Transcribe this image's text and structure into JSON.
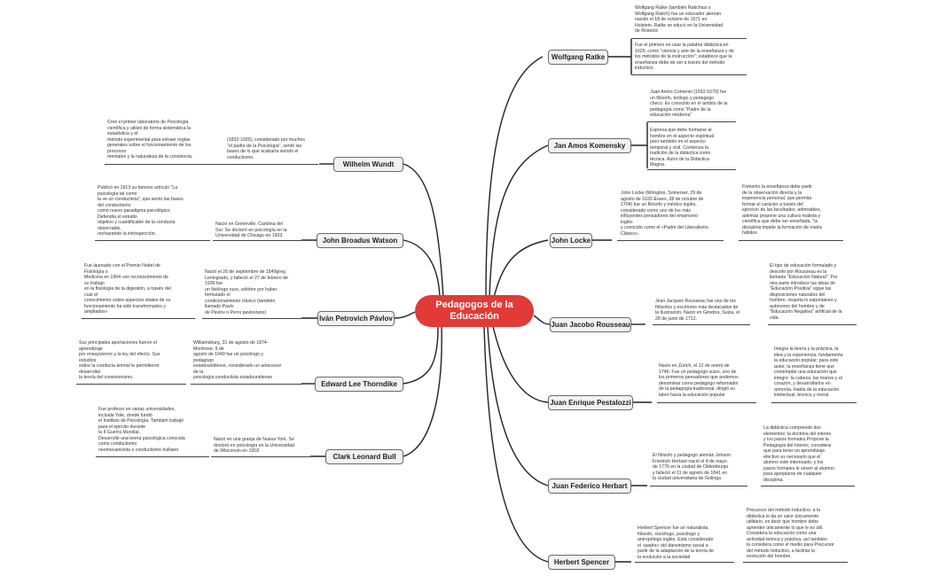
{
  "center": {
    "label": "Pedagogos de la Educación"
  },
  "nodes": {
    "ratke": "Wolfgang Ratke",
    "komensky": "Jan Amos Komensky",
    "locke": "John Locke",
    "rousseau": "Juan Jacobo Rousseau",
    "pestalozzi": "Juan Enrique Pestalozzi",
    "herbart": "Juan Federico Herbart",
    "spencer": "Herbert Spencer",
    "wundt": "Wilhelm Wundt",
    "watson": "John Broadus Watson",
    "pavlov": "Iván Petrovich Pávlov",
    "thorndike": "Edward Lee Thorndike",
    "hull": "Clark Leonard Bull"
  },
  "notes": {
    "ratke_1": "Wolfgang Ratke (también Ratichius o\nWolfgang Ratich) fue un educador alemán\nnacido el 18 de octubre de 1571 en\nHolstein. Ratke se educó en la Universidad\nde Rostock",
    "ratke_2": "Fue el primero en usar la palabra didáctica en\n1629, como \"ciencia y arte de la enseñanza y de\nlos métodos de la instrucción\"; establece que la\nenseñanza debe de ser a través del método\ninductivo.",
    "komensky_1": "Juan Amós Comenio (1592-1670) fue\nun filósofo, teólogo y pedagogo\ncheco. Es conocido en el ámbito de la\npedagogía como \"Padre de la\neducación moderna\"",
    "komensky_2": "Expresa que debe formarse al\nhombre en el aspecto espiritual\npero también en el aspecto\ntemporal y civil. Comienza la\ntradición de la didáctica como\ntécnica. Autor de la Didáctica\nMagna.",
    "locke_1": "John Locke (Wrington, Somerset, 29 de\nagosto de 1632-Essex, 28 de octubre de\n1704) fue un filósofo y médico inglés,\nconsiderado como uno de los más\ninfluyentes pensadores del empirismo\ninglés\ny conocido como el «Padre del Liberalismo\nClásico».",
    "locke_2": "Fomento la enseñanza debe partir\nde la observación directa y la\nexperiencia personal, que permita\nformar el carácter a través del\nejercicio de las facultades; admirables,\nademás propone una cultura realista y\ncientífica que debe ser enseñada, \"la\ndisciplina impide la formación de malos\nhábitos",
    "rousseau_1": "Jean Jacques Rousseau fue uno de los\nfilósofos y escritores más destacados de\nla Ilustración. Nació en Ginebra, Suiza, el\n28 de junio de 1712.",
    "rousseau_2": "El tipo de educación formulado y\ndescrito por Rousseau es la\nllamada \"Educación Natural\". Por\notra parte introduce las ideas de\n\"Educación Positiva\" sigue las\ndisposiciones naturales del\nhombre, respeta lo espontaneo y\nautonomo del hombre y de\n\"Educación Negativa\" artificial de la\nvida.",
    "pestalozzi_1": "Nacio en Zurich, el 12 de enero de\n1746. Fue un pedagogo suizo, uno de\nlos primeros pensadores que podemos\ndenominar como pedagogo reformador\nde la pedagogía tradicional, dirigió su\nlabor hacia la educación popular",
    "pestalozzi_2": "Integra la teoría y la práctica, la\nidea y la experiencia, fundamenta\nla educación popular; para este\nautor, la enseñanza tiene que\ncontemplar una educación que\nintegre: la cabeza, las manos y el\ncorazón, y desarrollarlos en\narmonía. Habla de la educación\nintelectual, técnica y moral.",
    "herbart_1": "El filósofo y pedagogo alemán Johann\nFriedrich Herbart nació el 4 de mayo\nde 1776 en la ciudad de Oldemburgo\ny falleció el 11 de agosto de 1841 en\nla ciudad universitaria de Gotinga",
    "herbart_2": "La didáctica comprende dos\nelementos: la doctrina del interés\ny los pasos formales.Propone la\nPedagogía del Interés, considera\nque para tener un aprendizaje\nefectivo es necesario que el\nalumno esté interesado, y los\npasos formales le sirven al alumno\npara apropiarse de cualquier\ndisciplina.",
    "spencer_1": "Herbert Spencer fue un naturalista,\nfilósofo, sociólogo, psicólogo y\nantropólogo inglés. Está considerado\nel «padre» del darwinismo social a\npartir de la adaptación de la teoría de\nla evolución a la sociedad",
    "spencer_2": "Precursor del método Inductivo, a la\ndidáctica le da un valor únicamente\nutilitario, es decir que hombre debe\naprender únicamente lo que le es útil.\nConsidera la educación como una\nactividad teórica y práctica, así también\nla considera como el medio para Precursor\ndel método Inductivo, a facilitar la\nevolución del hombre.",
    "wundt_1": "Creó el primer laboratorio de Psicología\ncientífica y utilizó de forma sistemática la\nestadística y el\nmétodo experimental para extraer reglas\ngenerales sobre el funcionamiento de los\nprocesos\nmentales y la naturaleza de la conciencia.",
    "wundt_2": "(1832-1920), considerado por muchos\n\"el padre de la Psicología\", sentó las\nbases de lo que acabaría siendo el\nconductismo.",
    "watson_1": "Publicó en 1913 su famoso artículo \"La\npsicología tal como\nla ve un conductista\", que sentó las bases\ndel conductismo\ncomo nuevo paradigma psicológico.\nDefendía el estudio\nobjetivo y cuantificable de la conducta\nobservable,\nrechazando la introspección.",
    "watson_2": "Nació en Greenville, Carolina del\nSur. Se doctoró en psicología en la\nUniversidad de Chicago en 1903.",
    "pavlov_1": "Fue laureado con el Premio Nobel de\nFisiología o\nMedicina en 1904 «en reconocimiento de\nsu trabajo\nen la fisiología de la digestión, a través del\ncual el\nconocimiento sobre aspectos vitales de su\nfuncionamiento ha sido transformados y\nampliados»",
    "pavlov_2": "Nació el 26 de septiembre de 1849greg\nLeningrado, y falleció el 27 de febrero de\n1936 fue\nun fisiólogo ruso, célebre por haber\nformulado el\ncondicionamiento clásico (también\nllamado Pavlo\nde Pávlov o Perro pavloviano)",
    "thorndike_1": "Sus principales aportaciones fueron el\naprendizaje\npor ensayo/error y la ley del efecto. Sus\nestudios\nsobre la conducta animal le permitieron\ndesarrollar\nla teoría del conexionismo.",
    "thorndike_2": "Williamsburg, 31 de agosto de 1874-\nMontrose, 9 de\nagosto de 1949 fue un psicólogo y\npedagogo\nestadounidense, considerado un antecesor\nde la\npsicología conductista estadounidense",
    "hull_1": "Fue profesor en varias universidades,\nincluida Yale, donde fundó\nel Instituto de Psicología. También trabajó\npara el ejército durante\nla II Guerra Mundial.\nDesarrolló una teoría psicológica conocida\ncomo conductismo\nneomecanicista o conductismo hulliano",
    "hull_2": "Nació en una granja de Nueva York. Se\ndoctoró en psicología en la Universidad\nde Wisconsin en 1918."
  },
  "colors": {
    "center_fill": "#e23a36",
    "node_fill": "#f2f2f2",
    "line": "#222222"
  }
}
